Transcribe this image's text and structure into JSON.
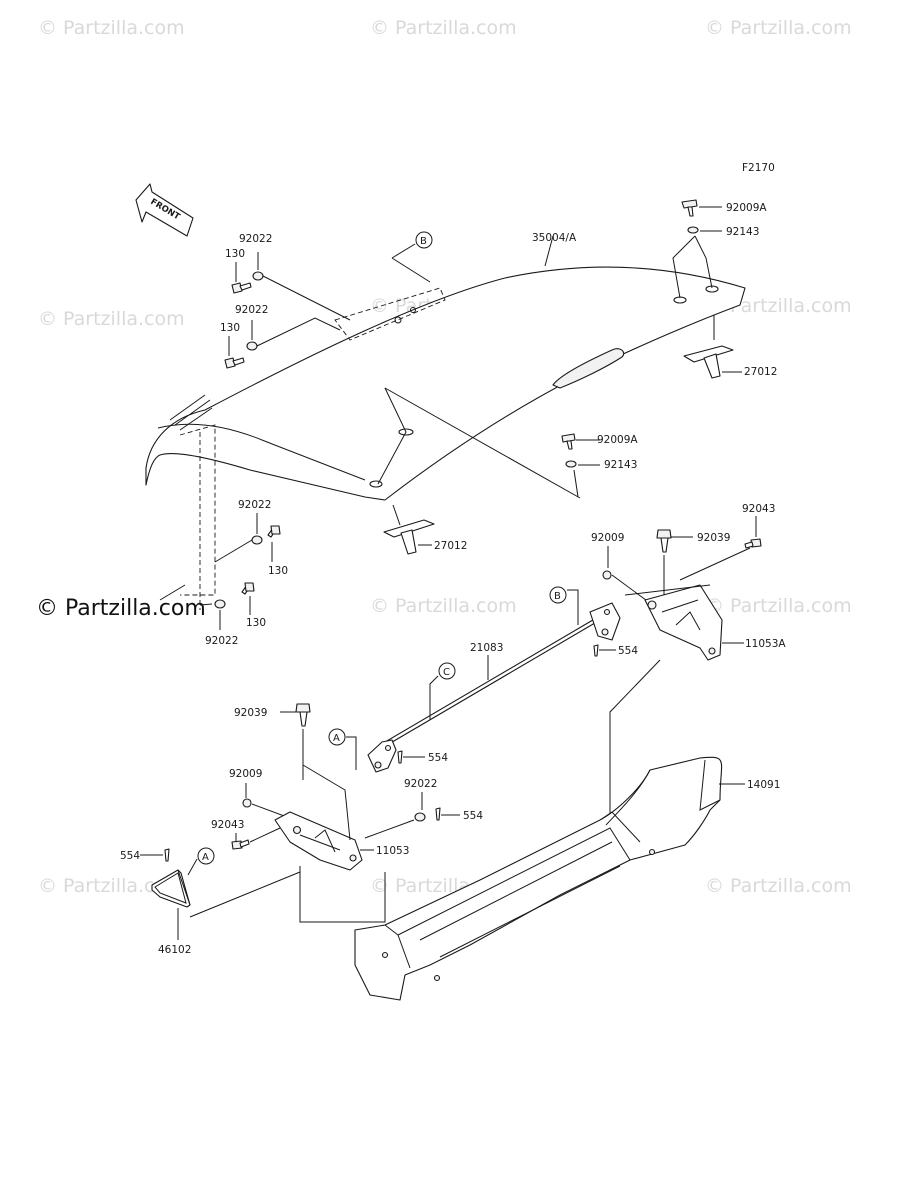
{
  "diagram_code": "F2170",
  "front_label": "FRONT",
  "watermark_text": "© Partzilla.com",
  "main_watermark": "© Partzilla.com",
  "callout_letters": {
    "a": "A",
    "b": "B",
    "c": "C"
  },
  "parts": {
    "p92009A_top": "92009A",
    "p92143_top": "92143",
    "p35004A": "35004/A",
    "p27012_right": "27012",
    "p92009A_mid": "92009A",
    "p92143_mid": "92143",
    "p92022_a": "92022",
    "p130_a": "130",
    "p92022_b": "92022",
    "p130_b": "130",
    "p92022_c": "92022",
    "p130_c": "130",
    "p130_d": "130",
    "p92022_d": "92022",
    "p27012_left": "27012",
    "p92043_right": "92043",
    "p92009_right": "92009",
    "p92039_right": "92039",
    "p11053A": "11053A",
    "p554_right": "554",
    "p21083": "21083",
    "p92039_left": "92039",
    "p92009_left": "92009",
    "p554_mid": "554",
    "p92022_e": "92022",
    "p554_e": "554",
    "p92043_left": "92043",
    "p11053": "11053",
    "p554_left": "554",
    "p46102": "46102",
    "p14091": "14091"
  }
}
